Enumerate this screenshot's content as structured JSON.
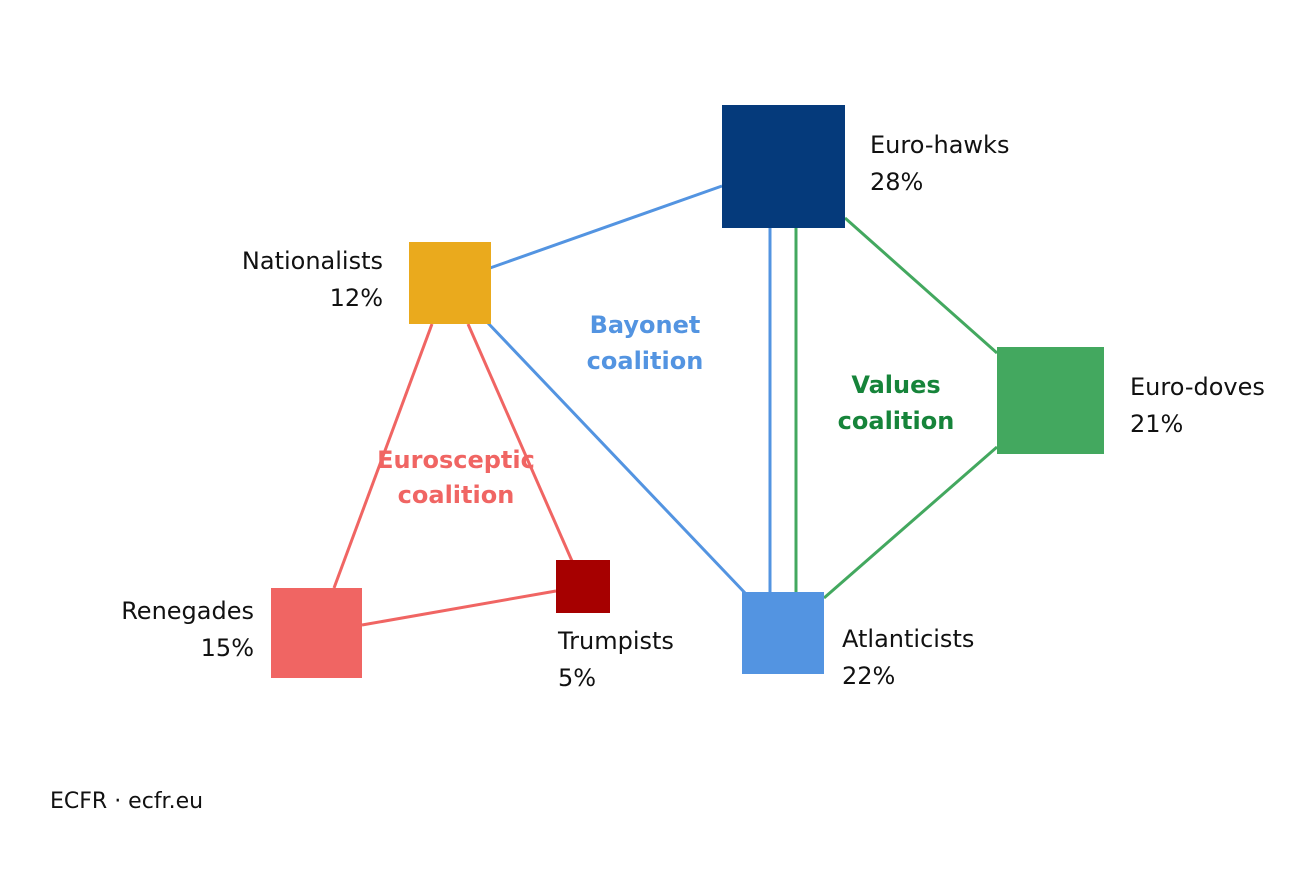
{
  "groups": [
    {
      "id": "euro-hawks",
      "name": "Euro-hawks",
      "share": "28%",
      "color": "#053A7B"
    },
    {
      "id": "nationalists",
      "name": "Nationalists",
      "share": "12%",
      "color": "#EAAA1D"
    },
    {
      "id": "euro-doves",
      "name": "Euro-doves",
      "share": "21%",
      "color": "#43A85F"
    },
    {
      "id": "renegades",
      "name": "Renegades",
      "share": "15%",
      "color": "#F06563"
    },
    {
      "id": "trumpists",
      "name": "Trumpists",
      "share": "5%",
      "color": "#A60000"
    },
    {
      "id": "atlanticists",
      "name": "Atlanticists",
      "share": "22%",
      "color": "#5394E1"
    }
  ],
  "coalitions": [
    {
      "id": "bayonet",
      "line1": "Bayonet",
      "line2": "coalition",
      "color": "#5394E1"
    },
    {
      "id": "values",
      "line1": "Values",
      "line2": "coalition",
      "color": "#16843A"
    },
    {
      "id": "eurosceptic",
      "line1": "Eurosceptic",
      "line2": "coalition",
      "color": "#F06563"
    }
  ],
  "links": [
    {
      "from": "nationalists",
      "to": "euro-hawks",
      "coalition": "bayonet"
    },
    {
      "from": "nationalists",
      "to": "atlanticists",
      "coalition": "bayonet"
    },
    {
      "from": "euro-hawks",
      "to": "atlanticists",
      "coalition": "bayonet"
    },
    {
      "from": "euro-hawks",
      "to": "atlanticists",
      "coalition": "values"
    },
    {
      "from": "euro-hawks",
      "to": "euro-doves",
      "coalition": "values"
    },
    {
      "from": "euro-doves",
      "to": "atlanticists",
      "coalition": "values"
    },
    {
      "from": "nationalists",
      "to": "renegades",
      "coalition": "eurosceptic"
    },
    {
      "from": "nationalists",
      "to": "trumpists",
      "coalition": "eurosceptic"
    },
    {
      "from": "renegades",
      "to": "trumpists",
      "coalition": "eurosceptic"
    }
  ],
  "source": "ECFR · ecfr.eu"
}
